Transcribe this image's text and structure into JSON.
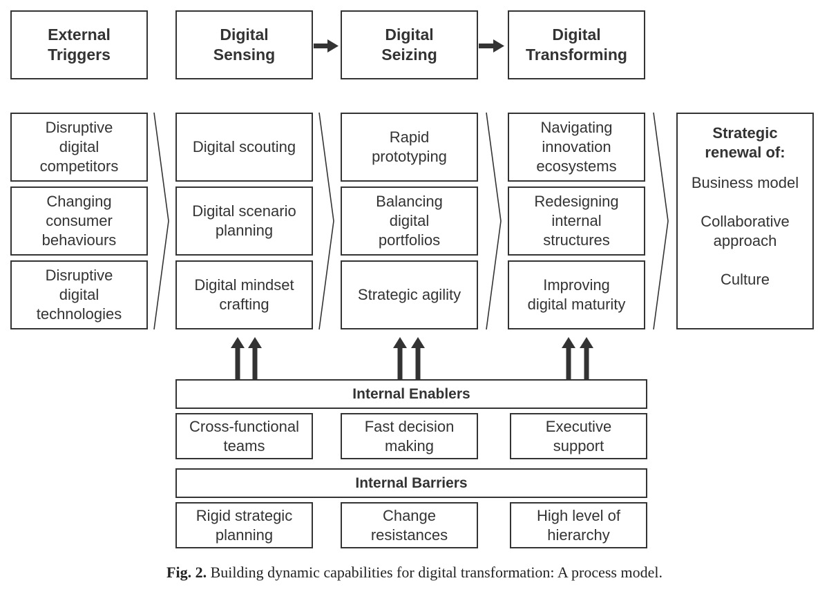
{
  "headers": {
    "external_triggers": "External\nTriggers",
    "digital_sensing": "Digital\nSensing",
    "digital_seizing": "Digital\nSeizing",
    "digital_transforming": "Digital\nTransforming"
  },
  "external_triggers": [
    "Disruptive\ndigital\ncompetitors",
    "Changing\nconsumer\nbehaviours",
    "Disruptive\ndigital\ntechnologies"
  ],
  "digital_sensing": [
    "Digital scouting",
    "Digital scenario\nplanning",
    "Digital mindset\ncrafting"
  ],
  "digital_seizing": [
    "Rapid\nprototyping",
    "Balancing\ndigital\nportfolios",
    "Strategic agility"
  ],
  "digital_transforming": [
    "Navigating\ninnovation\necosystems",
    "Redesigning\ninternal\nstructures",
    "Improving\ndigital maturity"
  ],
  "strategic_renewal": {
    "title": "Strategic\nrenewal of:",
    "items": [
      "Business model",
      "Collaborative\napproach",
      "Culture"
    ]
  },
  "internal_enablers": {
    "title": "Internal Enablers",
    "items": [
      "Cross-functional\nteams",
      "Fast decision\nmaking",
      "Executive\nsupport"
    ]
  },
  "internal_barriers": {
    "title": "Internal Barriers",
    "items": [
      "Rigid strategic\nplanning",
      "Change\nresistances",
      "High level of\nhierarchy"
    ]
  },
  "caption": {
    "label": "Fig. 2.",
    "text": "Building dynamic capabilities for digital transformation: A process model."
  },
  "colors": {
    "stroke": "#333333",
    "background": "#ffffff"
  }
}
